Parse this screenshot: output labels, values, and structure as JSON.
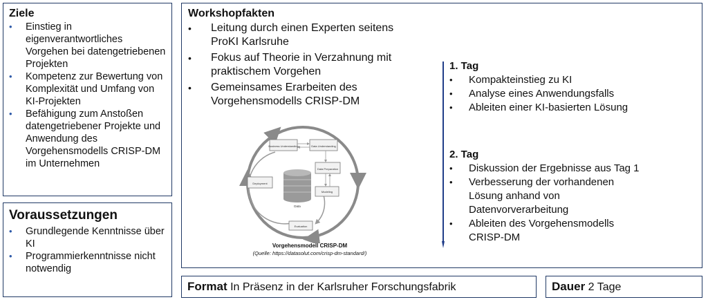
{
  "ziele": {
    "title": "Ziele",
    "items": [
      "Einstieg in eigenverantwortliches Vorgehen bei datengetriebenen Projekten",
      "Kompetenz zur Bewertung von Komplexität und Umfang von KI-Projekten",
      "Befähigung zum Anstoßen datengetriebener Projekte und Anwendung des Vorgehensmodells CRISP-DM im Unternehmen"
    ]
  },
  "voraussetzungen": {
    "title": "Voraussetzungen",
    "items": [
      "Grundlegende Kenntnisse über KI",
      "Programmierkenntnisse nicht notwendig"
    ]
  },
  "workshop": {
    "title": "Workshopfakten",
    "items": [
      "Leitung durch einen Experten seitens ProKI Karlsruhe",
      "Fokus auf Theorie in Verzahnung mit praktischem Vorgehen",
      "Gemeinsames Erarbeiten des Vorgehensmodells CRISP-DM"
    ],
    "diagram": {
      "caption": "Vorgehensmodell CRISP-DM",
      "source": "(Quelle: https://datasolut.com/crisp-dm-standard/)",
      "steps": {
        "business": "Business Understanding",
        "data_understanding": "Data Understanding",
        "data_preparation": "Data Preparation",
        "modeling": "Modeling",
        "evaluation": "Evaluation",
        "deployment": "Deployment",
        "data": "Data"
      }
    },
    "tag1": {
      "title": "1. Tag",
      "items": [
        "Kompakteinstieg zu KI",
        "Analyse eines Anwendungsfalls",
        "Ableiten einer KI-basierten Lösung"
      ]
    },
    "tag2": {
      "title": "2. Tag",
      "items": [
        "Diskussion der Ergebnisse aus Tag 1",
        "Verbesserung der vorhandenen Lösung anhand von Datenvorverarbeitung",
        "Ableiten des Vorgehensmodells CRISP-DM"
      ]
    }
  },
  "format": {
    "label": "Format",
    "value": "In Präsenz in der Karlsruher Forschungsfabrik"
  },
  "dauer": {
    "label": "Dauer",
    "value": "2 Tage"
  },
  "colors": {
    "border": "#1f3864",
    "bullet_blue": "#2e5aa8",
    "timeline": "#1f3c88"
  }
}
